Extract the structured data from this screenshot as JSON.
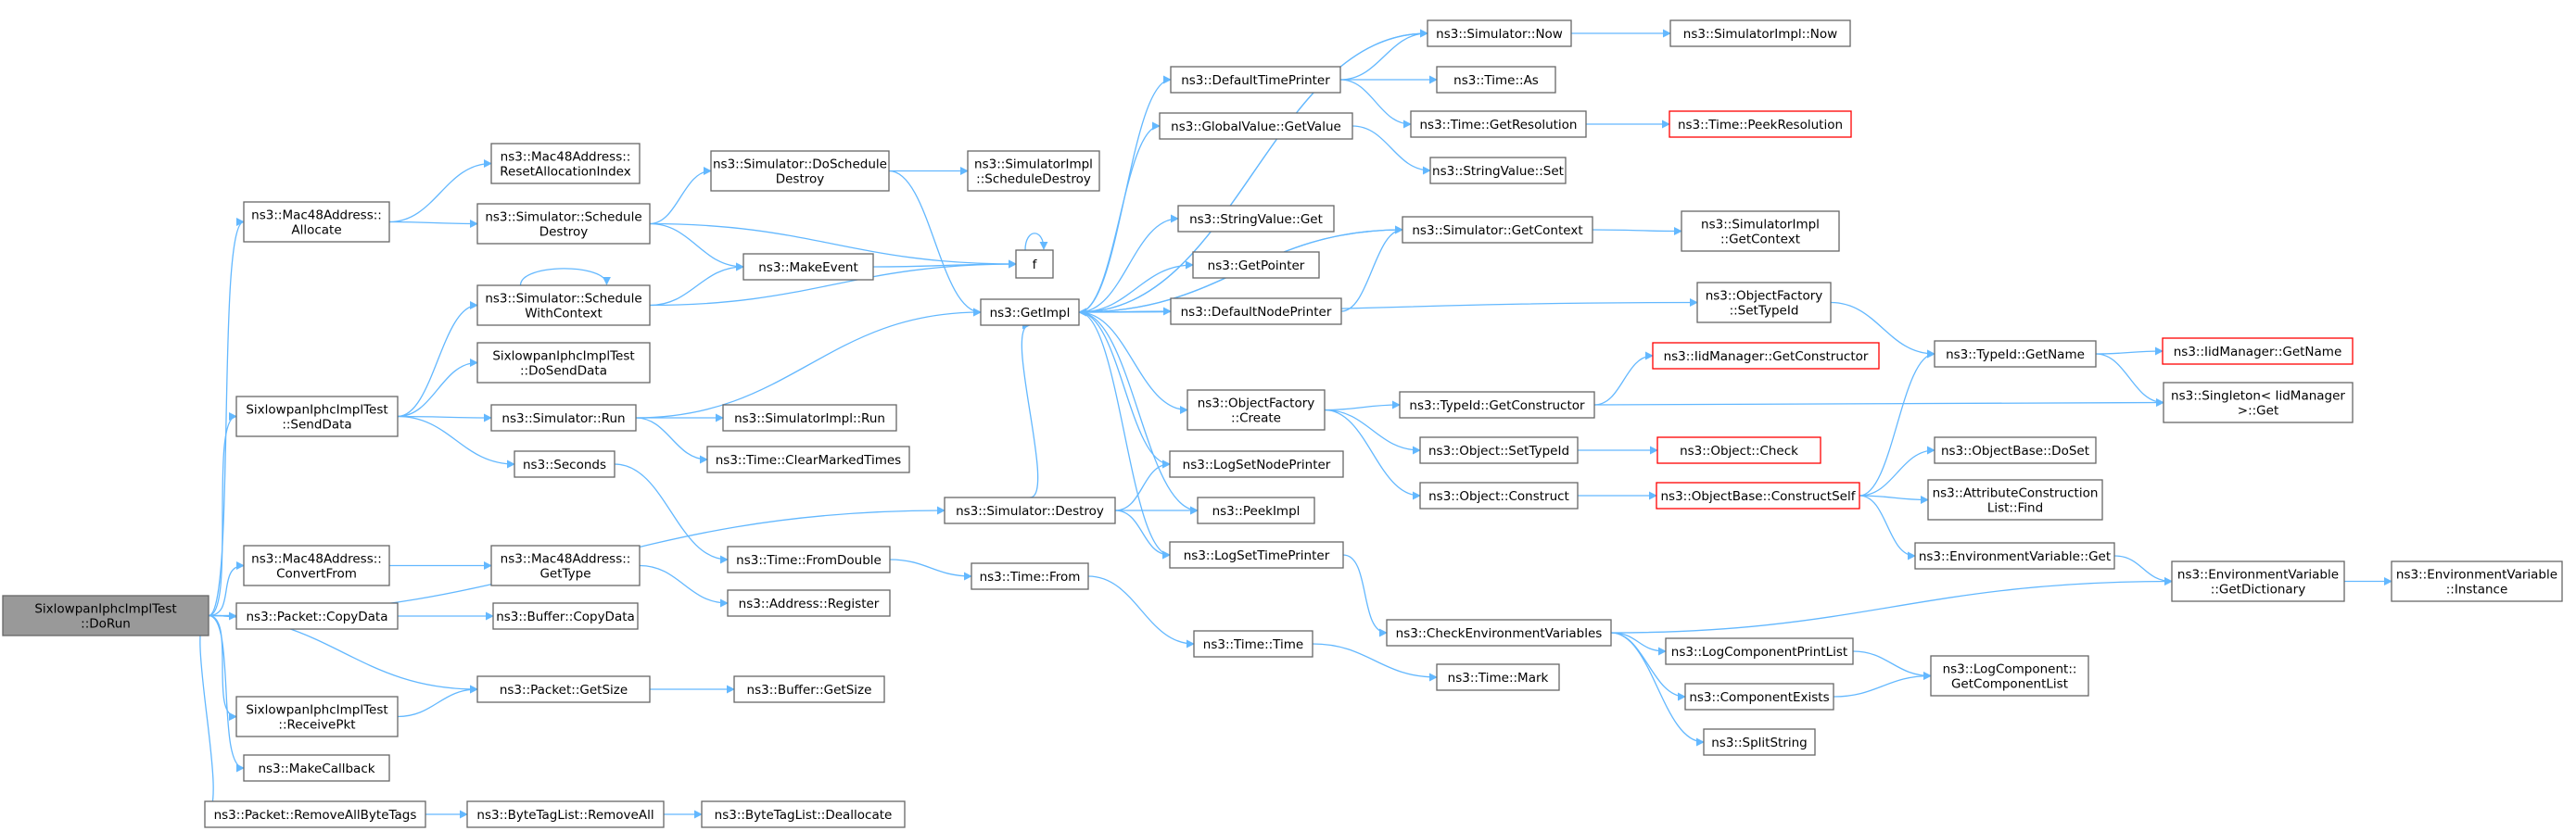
{
  "diagram": {
    "type": "call-graph",
    "edge_color": "#63b8ff",
    "node_border_color": "#666666",
    "root_fill_color": "#999999",
    "truncated_border_color": "#ff0000",
    "nodes": [
      {
        "id": "root",
        "lines": [
          "SixlowpanIphcImplTest",
          "::DoRun"
        ]
      },
      {
        "id": "allocate",
        "lines": [
          "ns3::Mac48Address::",
          "Allocate"
        ]
      },
      {
        "id": "reset",
        "lines": [
          "ns3::Mac48Address::",
          "ResetAllocationIndex"
        ]
      },
      {
        "id": "schedDestroy",
        "lines": [
          "ns3::Simulator::Schedule",
          "Destroy"
        ]
      },
      {
        "id": "doSchedDestroy",
        "lines": [
          "ns3::Simulator::DoSchedule",
          "Destroy"
        ]
      },
      {
        "id": "implSchedDestroy",
        "lines": [
          "ns3::SimulatorImpl",
          "::ScheduleDestroy"
        ]
      },
      {
        "id": "f",
        "lines": [
          "f"
        ]
      },
      {
        "id": "makeEvent",
        "lines": [
          "ns3::MakeEvent"
        ]
      },
      {
        "id": "schedCtx",
        "lines": [
          "ns3::Simulator::Schedule",
          "WithContext"
        ]
      },
      {
        "id": "doSendData",
        "lines": [
          "SixlowpanIphcImplTest",
          "::DoSendData"
        ]
      },
      {
        "id": "sendData",
        "lines": [
          "SixlowpanIphcImplTest",
          "::SendData"
        ]
      },
      {
        "id": "simRun",
        "lines": [
          "ns3::Simulator::Run"
        ]
      },
      {
        "id": "implRun",
        "lines": [
          "ns3::SimulatorImpl::Run"
        ]
      },
      {
        "id": "clearMarked",
        "lines": [
          "ns3::Time::ClearMarkedTimes"
        ]
      },
      {
        "id": "seconds",
        "lines": [
          "ns3::Seconds"
        ]
      },
      {
        "id": "simDestroy",
        "lines": [
          "ns3::Simulator::Destroy"
        ]
      },
      {
        "id": "getImpl",
        "lines": [
          "ns3::GetImpl"
        ]
      },
      {
        "id": "convertFrom",
        "lines": [
          "ns3::Mac48Address::",
          "ConvertFrom"
        ]
      },
      {
        "id": "getType",
        "lines": [
          "ns3::Mac48Address::",
          "GetType"
        ]
      },
      {
        "id": "fromDouble",
        "lines": [
          "ns3::Time::FromDouble"
        ]
      },
      {
        "id": "addrRegister",
        "lines": [
          "ns3::Address::Register"
        ]
      },
      {
        "id": "timeFrom",
        "lines": [
          "ns3::Time::From"
        ]
      },
      {
        "id": "pktCopyData",
        "lines": [
          "ns3::Packet::CopyData"
        ]
      },
      {
        "id": "bufCopyData",
        "lines": [
          "ns3::Buffer::CopyData"
        ]
      },
      {
        "id": "timeTime",
        "lines": [
          "ns3::Time::Time"
        ]
      },
      {
        "id": "receivePkt",
        "lines": [
          "SixlowpanIphcImplTest",
          "::ReceivePkt"
        ]
      },
      {
        "id": "pktGetSize",
        "lines": [
          "ns3::Packet::GetSize"
        ]
      },
      {
        "id": "bufGetSize",
        "lines": [
          "ns3::Buffer::GetSize"
        ]
      },
      {
        "id": "makeCallback",
        "lines": [
          "ns3::MakeCallback"
        ]
      },
      {
        "id": "removeAll",
        "lines": [
          "ns3::Packet::RemoveAllByteTags"
        ]
      },
      {
        "id": "btlRemoveAll",
        "lines": [
          "ns3::ByteTagList::RemoveAll"
        ]
      },
      {
        "id": "btlDealloc",
        "lines": [
          "ns3::ByteTagList::Deallocate"
        ]
      },
      {
        "id": "defTimePrinter",
        "lines": [
          "ns3::DefaultTimePrinter"
        ]
      },
      {
        "id": "gvGetValue",
        "lines": [
          "ns3::GlobalValue::GetValue"
        ]
      },
      {
        "id": "svGet",
        "lines": [
          "ns3::StringValue::Get"
        ]
      },
      {
        "id": "getPointer",
        "lines": [
          "ns3::GetPointer"
        ]
      },
      {
        "id": "defNodePrinter",
        "lines": [
          "ns3::DefaultNodePrinter"
        ]
      },
      {
        "id": "ofCreate",
        "lines": [
          "ns3::ObjectFactory",
          "::Create"
        ]
      },
      {
        "id": "logSetNode",
        "lines": [
          "ns3::LogSetNodePrinter"
        ]
      },
      {
        "id": "peekImpl",
        "lines": [
          "ns3::PeekImpl"
        ]
      },
      {
        "id": "logSetTime",
        "lines": [
          "ns3::LogSetTimePrinter"
        ]
      },
      {
        "id": "checkEnv",
        "lines": [
          "ns3::CheckEnvironmentVariables"
        ]
      },
      {
        "id": "timeMark",
        "lines": [
          "ns3::Time::Mark"
        ]
      },
      {
        "id": "simNow",
        "lines": [
          "ns3::Simulator::Now"
        ]
      },
      {
        "id": "implNow",
        "lines": [
          "ns3::SimulatorImpl::Now"
        ]
      },
      {
        "id": "timeAs",
        "lines": [
          "ns3::Time::As"
        ]
      },
      {
        "id": "getRes",
        "lines": [
          "ns3::Time::GetResolution"
        ]
      },
      {
        "id": "peekRes",
        "lines": [
          "ns3::Time::PeekResolution"
        ]
      },
      {
        "id": "svSet",
        "lines": [
          "ns3::StringValue::Set"
        ]
      },
      {
        "id": "simGetCtx",
        "lines": [
          "ns3::Simulator::GetContext"
        ]
      },
      {
        "id": "implGetCtx",
        "lines": [
          "ns3::SimulatorImpl",
          "::GetContext"
        ]
      },
      {
        "id": "ofSetTypeId",
        "lines": [
          "ns3::ObjectFactory",
          "::SetTypeId"
        ]
      },
      {
        "id": "tidGetName",
        "lines": [
          "ns3::TypeId::GetName"
        ]
      },
      {
        "id": "iidGetName",
        "lines": [
          "ns3::IidManager::GetName"
        ]
      },
      {
        "id": "iidGetCtor",
        "lines": [
          "ns3::IidManager::GetConstructor"
        ]
      },
      {
        "id": "tidGetCtor",
        "lines": [
          "ns3::TypeId::GetConstructor"
        ]
      },
      {
        "id": "singletonGet",
        "lines": [
          "ns3::Singleton< IidManager",
          " >::Get"
        ]
      },
      {
        "id": "objSetTypeId",
        "lines": [
          "ns3::Object::SetTypeId"
        ]
      },
      {
        "id": "objCheck",
        "lines": [
          "ns3::Object::Check"
        ]
      },
      {
        "id": "objConstruct",
        "lines": [
          "ns3::Object::Construct"
        ]
      },
      {
        "id": "constructSelf",
        "lines": [
          "ns3::ObjectBase::ConstructSelf"
        ]
      },
      {
        "id": "doSet",
        "lines": [
          "ns3::ObjectBase::DoSet"
        ]
      },
      {
        "id": "attrFind",
        "lines": [
          "ns3::AttributeConstruction",
          "List::Find"
        ]
      },
      {
        "id": "envGet",
        "lines": [
          "ns3::EnvironmentVariable::Get"
        ]
      },
      {
        "id": "envGetDict",
        "lines": [
          "ns3::EnvironmentVariable",
          "::GetDictionary"
        ]
      },
      {
        "id": "envInstance",
        "lines": [
          "ns3::EnvironmentVariable",
          "::Instance"
        ]
      },
      {
        "id": "logCompPrint",
        "lines": [
          "ns3::LogComponentPrintList"
        ]
      },
      {
        "id": "compExists",
        "lines": [
          "ns3::ComponentExists"
        ]
      },
      {
        "id": "splitString",
        "lines": [
          "ns3::SplitString"
        ]
      },
      {
        "id": "getCompList",
        "lines": [
          "ns3::LogComponent::",
          "GetComponentList"
        ]
      }
    ]
  }
}
